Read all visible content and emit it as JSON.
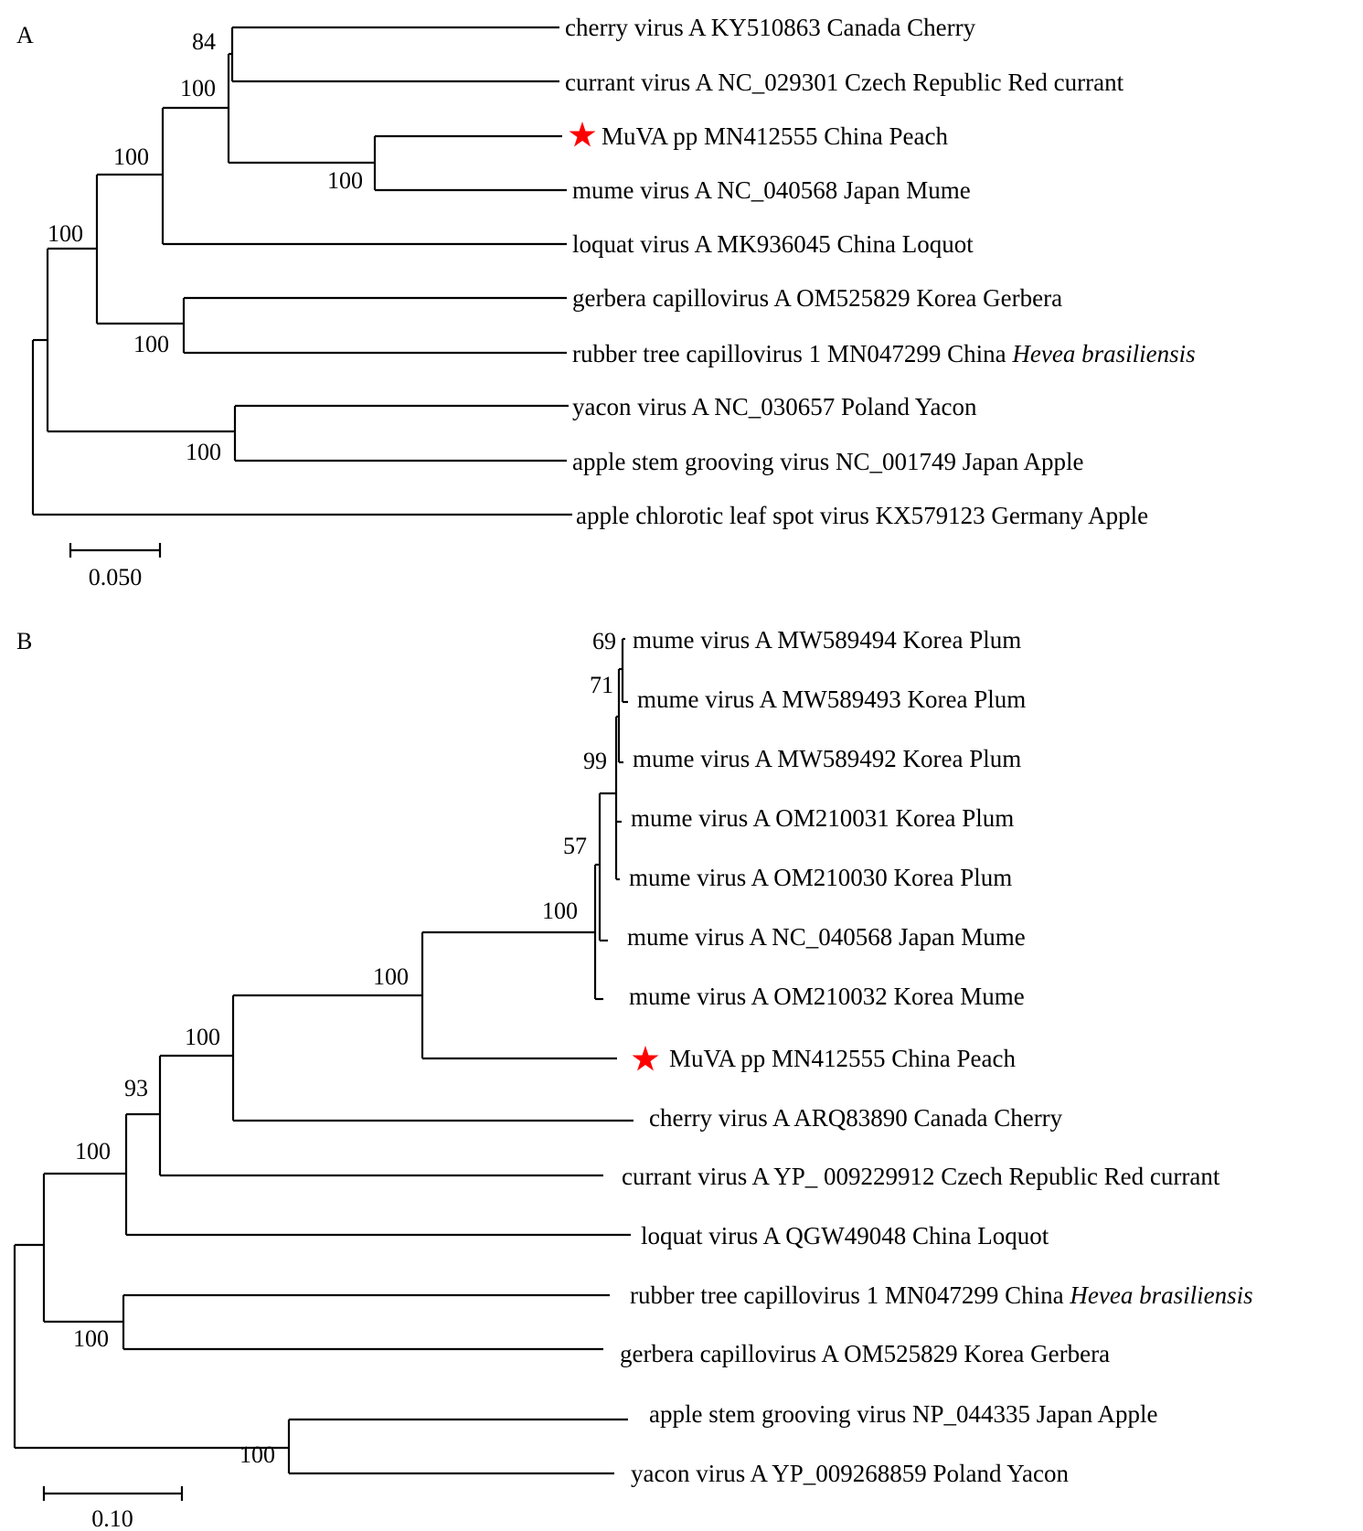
{
  "panels": [
    {
      "id": "A",
      "letter": "A",
      "scale_label": "0.050",
      "taxa": [
        {
          "text": "cherry virus A KY510863 Canada Cherry"
        },
        {
          "text": "currant virus A NC_029301 Czech Republic Red currant"
        },
        {
          "text": "MuVA pp MN412555 China Peach",
          "star": true
        },
        {
          "text": "mume virus A NC_040568 Japan Mume"
        },
        {
          "text": "loquat virus A MK936045 China Loquot"
        },
        {
          "text": "gerbera capillovirus A OM525829  Korea Gerbera"
        },
        {
          "text": "rubber tree capillovirus 1  MN047299  China ",
          "italic": "Hevea brasiliensis"
        },
        {
          "text": "yacon virus A NC_030657 Poland Yacon"
        },
        {
          "text": "apple stem grooving virus NC_001749 Japan Apple"
        },
        {
          "text": "apple chlorotic leaf spot virus KX579123  Germany Apple"
        }
      ],
      "bootstrap": [
        "84",
        "100",
        "100",
        "100",
        "100",
        "100",
        "100"
      ]
    },
    {
      "id": "B",
      "letter": "B",
      "scale_label": "0.10",
      "taxa": [
        {
          "text": "mume virus A MW589494 Korea Plum"
        },
        {
          "text": "mume virus A MW589493 Korea Plum"
        },
        {
          "text": "mume virus A MW589492 Korea Plum"
        },
        {
          "text": "mume virus A OM210031 Korea Plum"
        },
        {
          "text": "mume virus A OM210030 Korea Plum"
        },
        {
          "text": "mume virus A NC_040568 Japan Mume"
        },
        {
          "text": "mume virus A OM210032 Korea Mume"
        },
        {
          "text": "MuVA pp  MN412555  China   Peach",
          "star": true
        },
        {
          "text": "cherry virus A ARQ83890 Canada Cherry"
        },
        {
          "text": "currant virus A YP_ 009229912 Czech Republic Red currant"
        },
        {
          "text": "loquat virus A QGW49048 China Loquot"
        },
        {
          "text": "rubber tree capillovirus 1 MN047299  China ",
          "italic": "Hevea brasiliensis"
        },
        {
          "text": "gerbera capillovirus A OM525829  Korea Gerbera"
        },
        {
          "text": "apple stem grooving virus NP_044335 Japan Apple"
        },
        {
          "text": "yacon virus A YP_009268859 Poland Yacon"
        }
      ],
      "bootstrap": [
        "69",
        "71",
        "99",
        "57",
        "100",
        "100",
        "100",
        "93",
        "100",
        "100",
        "100"
      ]
    }
  ]
}
